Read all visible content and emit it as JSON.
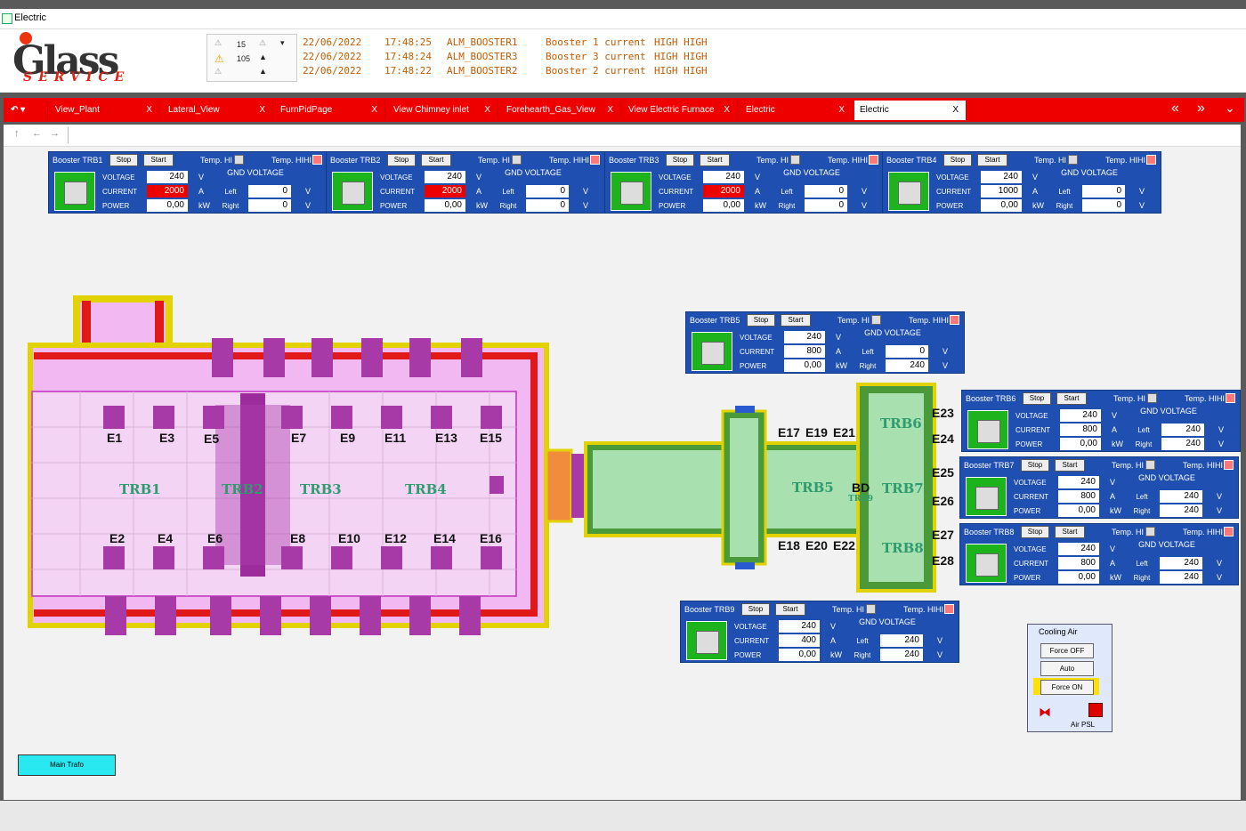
{
  "window": {
    "title": "Electric"
  },
  "logo": {
    "main": "Glass",
    "sub": "SERVICE"
  },
  "alarm_summary": {
    "count1": "15",
    "count2": "105"
  },
  "alarms": [
    {
      "date": "22/06/2022",
      "time": "17:48:25",
      "tag": "ALM_BOOSTER1",
      "desc": "Booster 1 current",
      "severity": "HIGH HIGH"
    },
    {
      "date": "22/06/2022",
      "time": "17:48:24",
      "tag": "ALM_BOOSTER3",
      "desc": "Booster 3 current",
      "severity": "HIGH HIGH"
    },
    {
      "date": "22/06/2022",
      "time": "17:48:22",
      "tag": "ALM_BOOSTER2",
      "desc": "Booster 2 current",
      "severity": "HIGH HIGH"
    }
  ],
  "tabs": [
    {
      "label": "View_Plant",
      "close": "X"
    },
    {
      "label": "Lateral_View",
      "close": "X"
    },
    {
      "label": "FurnPidPage",
      "close": "X"
    },
    {
      "label": "View Chimney inlet",
      "close": "X"
    },
    {
      "label": "Forehearth_Gas_View",
      "close": "X"
    },
    {
      "label": "View Electric Furnace",
      "close": "X"
    },
    {
      "label": "Electric",
      "close": "X"
    },
    {
      "label": "Electric",
      "close": "X",
      "active": true
    }
  ],
  "tabnav": {
    "prev": "«",
    "next": "»",
    "menu": "⌄"
  },
  "nav": {
    "up": "↑",
    "back": "←",
    "fwd": "→"
  },
  "labels": {
    "stop": "Stop",
    "start": "Start",
    "temp_hi": "Temp. HI",
    "temp_hihi": "Temp. HIHI",
    "voltage": "VOLTAGE",
    "current": "CURRENT",
    "power": "POWER",
    "gnd_voltage": "GND VOLTAGE",
    "left": "Left",
    "right": "Right",
    "u_v": "V",
    "u_a": "A",
    "u_kw": "kW"
  },
  "boosters": [
    {
      "name": "Booster TRB1",
      "voltage": "240",
      "current": "2000",
      "current_alarm": true,
      "power": "0,00",
      "left": "0",
      "right": "0"
    },
    {
      "name": "Booster TRB2",
      "voltage": "240",
      "current": "2000",
      "current_alarm": true,
      "power": "0,00",
      "left": "0",
      "right": "0"
    },
    {
      "name": "Booster TRB3",
      "voltage": "240",
      "current": "2000",
      "current_alarm": true,
      "power": "0,00",
      "left": "0",
      "right": "0"
    },
    {
      "name": "Booster TRB4",
      "voltage": "240",
      "current": "1000",
      "current_alarm": false,
      "power": "0,00",
      "left": "0",
      "right": "0"
    },
    {
      "name": "Booster TRB5",
      "voltage": "240",
      "current": "800",
      "current_alarm": false,
      "power": "0,00",
      "left": "0",
      "right": "240"
    },
    {
      "name": "Booster TRB6",
      "voltage": "240",
      "current": "800",
      "current_alarm": false,
      "power": "0,00",
      "left": "240",
      "right": "240"
    },
    {
      "name": "Booster TRB7",
      "voltage": "240",
      "current": "800",
      "current_alarm": false,
      "power": "0,00",
      "left": "240",
      "right": "240"
    },
    {
      "name": "Booster TRB8",
      "voltage": "240",
      "current": "800",
      "current_alarm": false,
      "power": "0,00",
      "left": "240",
      "right": "240"
    },
    {
      "name": "Booster TRB9",
      "voltage": "240",
      "current": "400",
      "current_alarm": false,
      "power": "0,00",
      "left": "240",
      "right": "240"
    }
  ],
  "furnace": {
    "zones": [
      "TRB1",
      "TRB2",
      "TRB3",
      "TRB4"
    ],
    "electrodes_top": [
      "E1",
      "E3",
      "E5",
      "E7",
      "E9",
      "E11",
      "E13",
      "E15"
    ],
    "electrodes_bottom": [
      "E2",
      "E4",
      "E6",
      "E8",
      "E10",
      "E12",
      "E14",
      "E16"
    ]
  },
  "forehearth": {
    "zones": [
      "TRB5",
      "BD",
      "TRB9",
      "TRB6",
      "TRB7",
      "TRB8"
    ],
    "electrodes_top": [
      "E17",
      "E19",
      "E21"
    ],
    "electrodes_bottom": [
      "E18",
      "E20",
      "E22"
    ],
    "electrodes_right": [
      "E23",
      "E24",
      "E25",
      "E26",
      "E27",
      "E28"
    ]
  },
  "cooling_air": {
    "title": "Cooling Air",
    "force_off": "Force OFF",
    "auto": "Auto",
    "force_on": "Force ON",
    "air_psl": "Air PSL"
  },
  "main_trafo": {
    "label": "Main Trafo"
  },
  "colors": {
    "tab_red": "#e00000",
    "panel_blue": "#1f4fb0",
    "alarm_red": "#e00000",
    "furnace_pink": "#f0c8f0",
    "forehearth_green": "#a8e0b0"
  }
}
